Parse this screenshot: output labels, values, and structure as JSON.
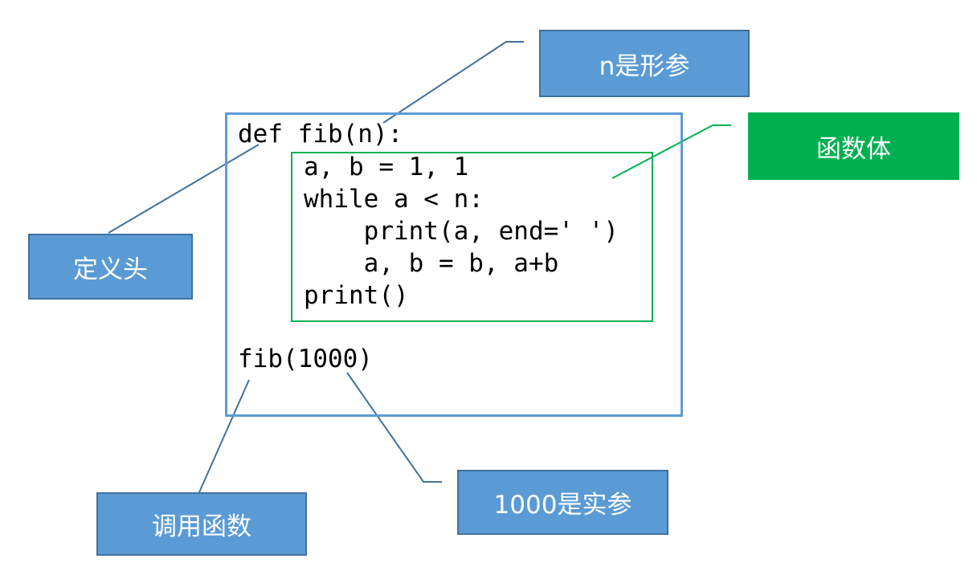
{
  "code": {
    "header": "def fib(n):",
    "body": [
      "a, b = 1, 1",
      "while a < n:",
      "    print(a, end=' ')",
      "    a, b = b, a+b",
      "print()"
    ],
    "call": "fib(1000)"
  },
  "labels": {
    "formal_param": "n是形参",
    "function_body": "函数体",
    "definition_header": "定义头",
    "call_function": "调用函数",
    "actual_param": "1000是实参"
  },
  "colors": {
    "callout_blue": "#5b9bd5",
    "callout_green": "#00b050",
    "line_blue": "#41719c"
  }
}
